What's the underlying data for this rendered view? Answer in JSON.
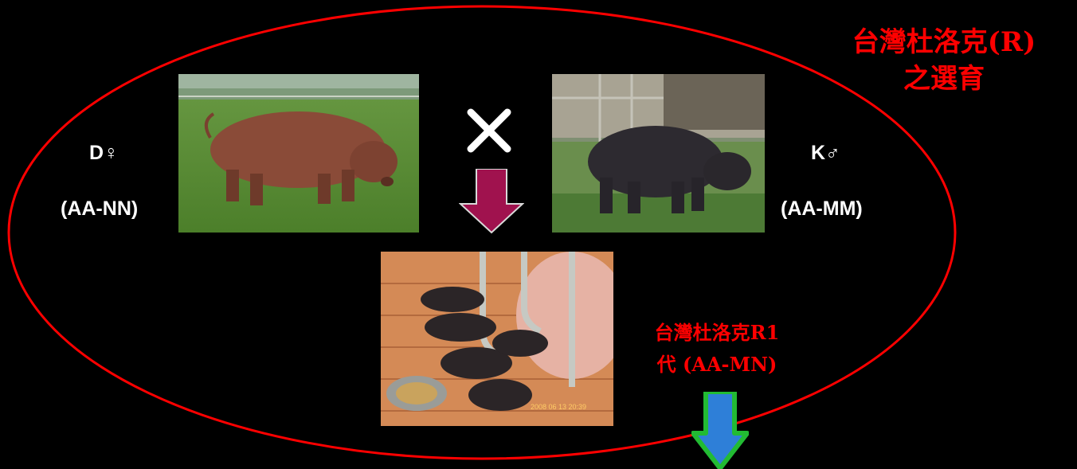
{
  "title": {
    "line1": "台灣杜洛克(R)",
    "line2": "之選育"
  },
  "parents": {
    "female": {
      "symbol": "D♀",
      "genotype": "(AA-NN)"
    },
    "male": {
      "symbol": "K♂",
      "genotype": "(AA-MM)"
    }
  },
  "offspring": {
    "line1": "台灣杜洛克R1",
    "line2": "代 (AA-MN)"
  },
  "photos": {
    "piglets_timestamp": "2008 06 13 20:39"
  },
  "colors": {
    "ellipse": "#ff0000",
    "title": "#ff0000",
    "labels": "#ffffff",
    "purple_arrow": "#a0124e",
    "blue_arrow": "#2e7fd8",
    "blue_arrow_outline": "#22bb33",
    "background": "#000000"
  }
}
